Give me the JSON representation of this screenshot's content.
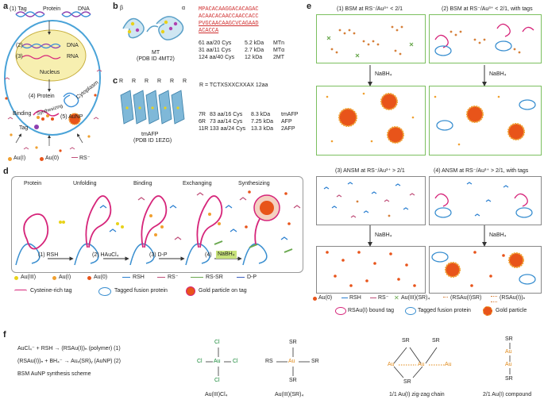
{
  "panels": {
    "a": {
      "label": "a",
      "tag": "(1) Tag",
      "protein": "Protein",
      "dna_top": "DNA",
      "dna_inner": "DNA",
      "step2": "(2)",
      "step3": "(3)",
      "rna": "RNA",
      "nucleus": "Nucleus",
      "step4": "(4) Protein",
      "cytoplasm": "Cytoplasm",
      "binding": "Binding",
      "synthesizing": "Synthesizing",
      "step5": "(5) AuNP",
      "tag_bottom": "Tag",
      "legend": [
        "Au(I)",
        "Au(0)",
        "RS⁻"
      ]
    },
    "b": {
      "label": "b",
      "beta": "β",
      "alpha": "α",
      "name": "MT",
      "pdb": "(PDB ID 4MT2)",
      "seq": [
        "MPACACAAGGACACAGAC",
        "ACAACACAACCAACCACC",
        "PVGCAACAAGCVCAGAAD",
        "ACACCA"
      ],
      "rows": [
        [
          "61 aa/20 Cys",
          "5.2 kDa",
          "MTn"
        ],
        [
          "31 aa/11 Cys",
          "2.7 kDa",
          "MTα"
        ],
        [
          "124 aa/40 Cys",
          "12 kDa",
          "2MT"
        ]
      ]
    },
    "c": {
      "label": "c",
      "r_labels": [
        "R",
        "R",
        "R",
        "R",
        "R",
        "R"
      ],
      "r_eq": "R = TCTXSXXCXXAX 12aa",
      "name": "tmAFP",
      "pdb": "(PDB ID 1EZG)",
      "rows": [
        [
          "7R",
          "83 aa/16 Cys",
          "8.3 kDa",
          "tmAFP"
        ],
        [
          "6R",
          "73 aa/14 Cys",
          "7.25 kDa",
          "AFP"
        ],
        [
          "11R",
          "133 aa/24 Cys",
          "13.3 kDa",
          "2AFP"
        ]
      ]
    },
    "d": {
      "label": "d",
      "stages": [
        "Protein",
        "Unfolding",
        "Binding",
        "Exchanging",
        "Synthesizing"
      ],
      "arrows": [
        "(1) RSH",
        "(2) HAuCl₄",
        "(3) D-P",
        "(4)"
      ],
      "nabh4": "NaBH₄",
      "legend_row1": [
        "Au(III)",
        "Au(I)",
        "Au(0)",
        "RSH",
        "RS⁻",
        "RS-SR",
        "D-P"
      ],
      "legend_row2": [
        "Cysteine-rich tag",
        "Tagged fusion protein",
        "Gold particle on tag"
      ]
    },
    "e": {
      "label": "e",
      "titles": [
        "(1) BSM at RS⁻/Au³⁺ < 2/1",
        "(2) BSM at RS⁻/Au³⁺ < 2/1, with tags",
        "(3) ANSM at RS⁻/Au³⁺ > 2/1",
        "(4) ANSM at RS⁻/Au³⁺ > 2/1, with tags"
      ],
      "nabh4": "NaBH₄",
      "legend_row1": [
        "Au(0)",
        "RSH",
        "RS⁻",
        "Au(III)(SR)₄",
        "(RSAu(I)SR)",
        "(RSAu(I))ₙ"
      ],
      "legend_row2": [
        "RSAu(I) bound tag",
        "Tagged fusion protein",
        "Gold particle"
      ]
    },
    "f": {
      "label": "f",
      "eq1": "AuCl₄⁻ + RSH → (RSAu(I))ₙ (polymer) (1)",
      "eq2": "(RSAu(I))ₙ + BH₄⁻ → Auₓ(SR)ᵧ (AuNP) (2)",
      "scheme": "BSM AuNP synthesis scheme",
      "cpd1": "Au(III)Cl₄",
      "cpd2": "Au(III)(SR)₄",
      "cpd3": "1/1 Au(I) zig-zag chain",
      "cpd4": "2/1 Au(I) compound",
      "au": "Au",
      "cl": "Cl",
      "sr": "SR",
      "rs": "RS"
    }
  },
  "colors": {
    "au3": "#e8d21a",
    "au1": "#f0a030",
    "au0": "#e8541a",
    "rsh": "#2a7fd0",
    "rs": "#c0507a",
    "magenta": "#d6257a",
    "cell_border": "#4aa3d8",
    "nucleus": "#f7efb0",
    "green_border": "#7cbf5f"
  }
}
